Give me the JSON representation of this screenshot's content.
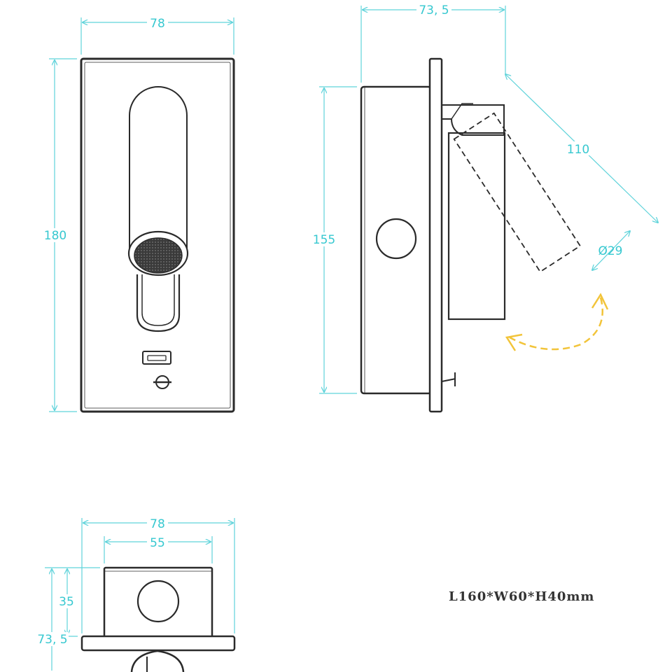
{
  "front_view": {
    "width_label": "78",
    "height_label": "180"
  },
  "side_view": {
    "depth_label": "73, 5",
    "height_label": "155",
    "arm_length_label": "110",
    "head_diameter_label": "Ø29"
  },
  "top_view": {
    "outer_width_label": "78",
    "inner_width_label": "55",
    "box_height_label": "35",
    "depth_label": "73, 5"
  },
  "spec_text": "L160*W60*H40mm",
  "colors": {
    "dimension": "#37c8d0",
    "outline": "#2a2a2a",
    "arrow": "#f2c43a"
  }
}
